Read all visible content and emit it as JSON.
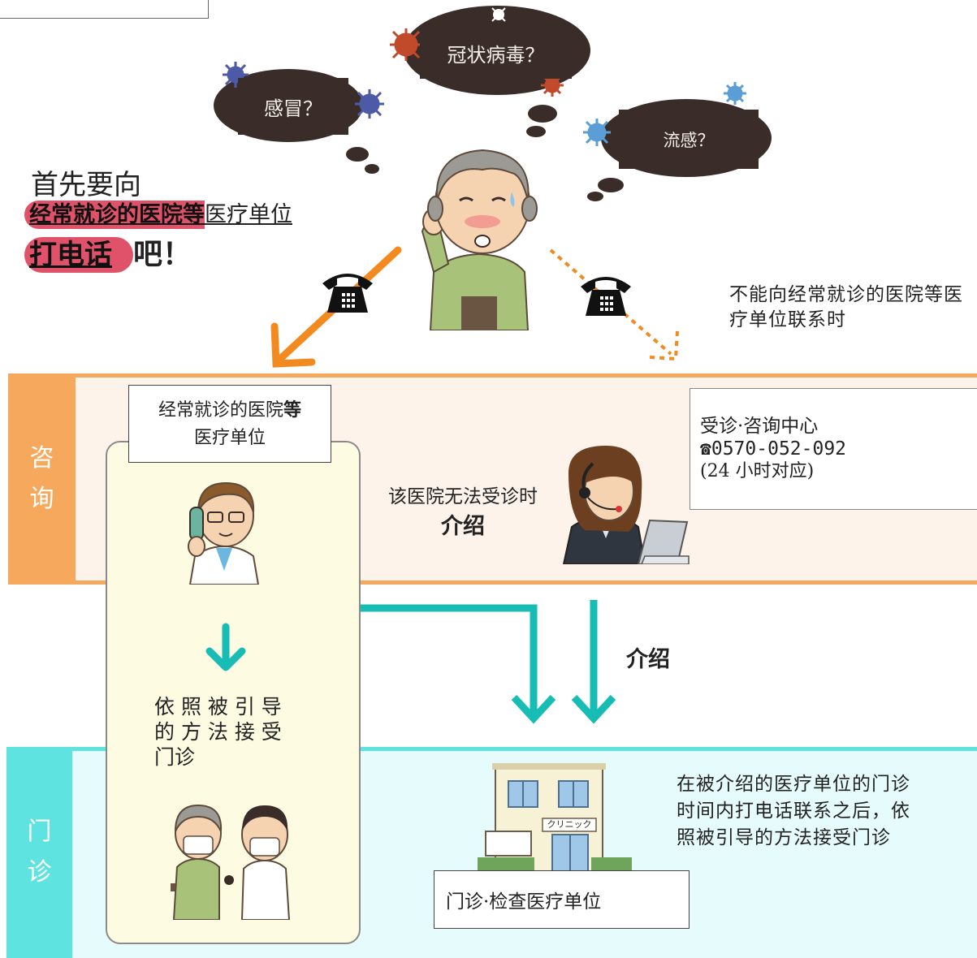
{
  "thoughts": {
    "cold": "感冒？",
    "corona": "冠状病毒？",
    "flu": "流感？"
  },
  "intro": {
    "line1": "首先要向",
    "line2_highlight": "经常就诊的医院等",
    "line2_rest": "医疗单位",
    "line3_highlight": "打电话",
    "line3_rest": "吧！"
  },
  "alt_contact_note": "不能向经常就诊的医院等医疗单位联系时",
  "lanes": {
    "consult": {
      "label_chars": [
        "咨",
        "询"
      ],
      "color": "#f6a95c"
    },
    "clinic": {
      "label_chars": [
        "门",
        "诊"
      ],
      "color": "#5fe3e0"
    }
  },
  "family_clinic": {
    "title_part1": "经常就诊的医院",
    "title_bold": "等",
    "title_line2": "医疗单位",
    "instruction": [
      "依 照 被 引 导",
      "的 方 法 接 受",
      "门诊"
    ]
  },
  "referral_middle": {
    "line1": "该医院无法受诊时",
    "line2": "介绍"
  },
  "consult_center": {
    "name": "受诊·咨询中心",
    "phone_icon": "☎",
    "phone": "0570-052-092",
    "hours": "(24 小时对应)"
  },
  "arrow_label": "介绍",
  "outpatient": {
    "box_label": "门诊·检查医疗单位",
    "building_sign": "クリニック",
    "note": [
      "在被介绍的医疗单位的门诊",
      "时间内打电话联系之后，依",
      "照被引导的方法接受门诊"
    ]
  },
  "colors": {
    "orange_arrow": "#f28a1f",
    "teal_arrow": "#17bdb4",
    "pink_highlight": "#e05269",
    "consult_band": "#fdf3ea",
    "clinic_band": "#e6fbfb",
    "family_panel": "#fefbe3"
  }
}
